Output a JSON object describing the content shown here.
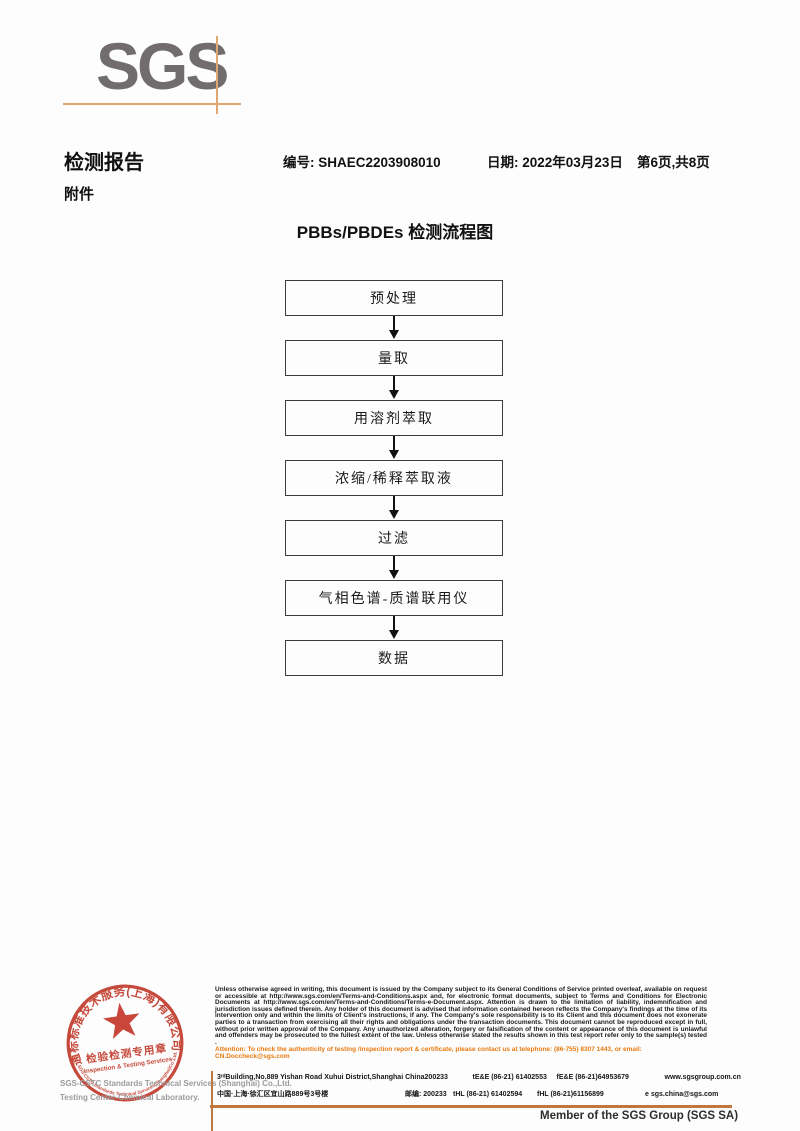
{
  "logo": {
    "text": "SGS"
  },
  "header": {
    "report_title": "检测报告",
    "no_label": "编号:",
    "no_value": "SHAEC2203908010",
    "date_label": "日期:",
    "date_value": "2022年03月23日",
    "page_info": "第6页,共8页",
    "attachment_label": "附件"
  },
  "flowchart": {
    "title": "PBBs/PBDEs 检测流程图",
    "steps": [
      "预处理",
      "量取",
      "用溶剂萃取",
      "浓缩/稀释萃取液",
      "过滤",
      "气相色谱-质谱联用仪",
      "数据"
    ]
  },
  "stamp": {
    "arc_text_cn": "通标标准技术服务(上海)有限公司",
    "arc_text_en": "SGS-CSTC Standards Technical Services(Shanghai)Co.,Ltd.",
    "line1": "检验检测专用章",
    "line2": "Inspection & Testing Services",
    "star_color": "#c5372b",
    "red": "#c23b2c"
  },
  "footer": {
    "company_line1": "SGS-CSTC Standards Technical Services (Shanghai) Co.,Ltd.",
    "company_line2": "Testing Center-Chemical Laboratory.",
    "legal_text": "Unless otherwise agreed in writing, this document is issued by the Company subject to its General Conditions of Service printed overleaf, available on request or accessible at http://www.sgs.com/en/Terms-and-Conditions.aspx and, for electronic format documents, subject to Terms and Conditions for Electronic Documents at http://www.sgs.com/en/Terms-and-Conditions/Terms-e-Document.aspx. Attention is drawn to the limitation of liability, indemnification and jurisdiction issues defined therein. Any holder of this document is advised that information contained hereon reflects the Company's findings at the time of its intervention only and within the limits of Client's instructions, if any. The Company's sole responsibility is to its Client and this document does not exonerate parties to a transaction from exercising all their rights and obligations under the transaction documents. This document cannot be reproduced except in full, without prior written approval of the Company. Any unauthorized alteration, forgery or falsification of the content or appearance of this document is unlawful and offenders may be prosecuted to the fullest extent of the law. Unless otherwise stated the results shown in this test report refer only to the sample(s) tested .",
    "attention_text": "Attention: To check the authenticity of testing /inspection report & certificate, please contact us at telephone: (86-755) 8307 1443, or email: CN.Doccheck@sgs.com",
    "address_en": "3ʳᵈBuilding,No.889 Yishan Road Xuhui District,Shanghai China",
    "postcode_en": "200233",
    "tel_en": "tE&E (86-21) 61402553",
    "fax_en": "fE&E (86-21)64953679",
    "web": "www.sgsgroup.com.cn",
    "address_cn": "中国·上海·徐汇区宜山路889号3号楼",
    "postcode_cn": "邮编: 200233",
    "tel_cn": "tHL (86-21) 61402594",
    "fax_cn": "fHL (86-21)61156899",
    "email": "e  sgs.china@sgs.com",
    "member_text": "Member of the SGS Group (SGS SA)",
    "accent_orange": "#c0763c",
    "attention_orange": "#e8790f"
  }
}
